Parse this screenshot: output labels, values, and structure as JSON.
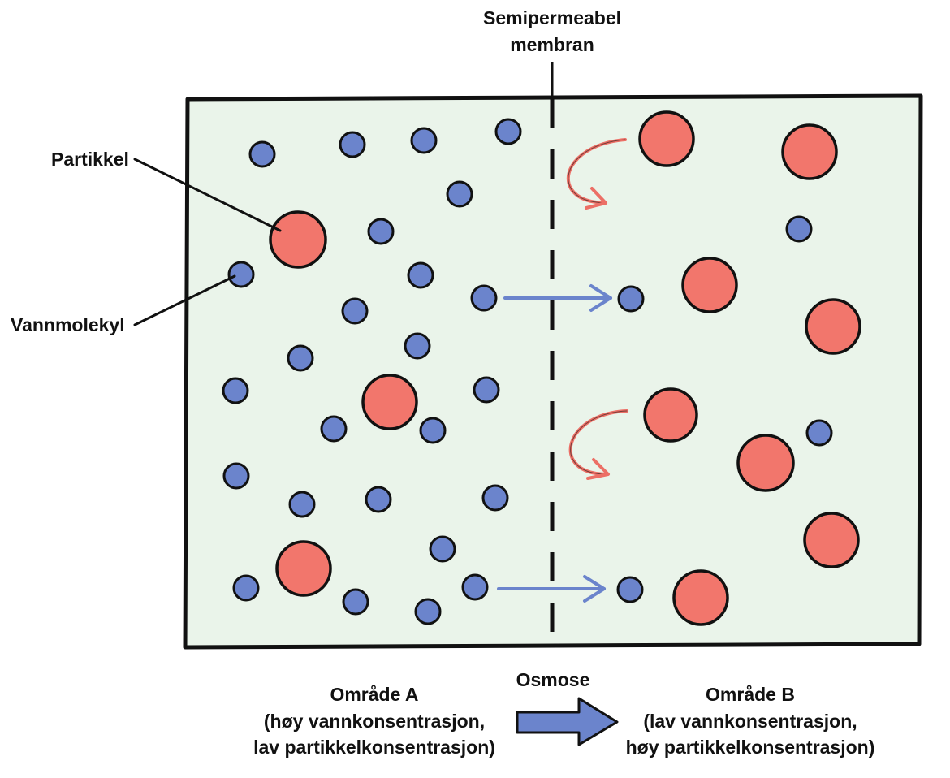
{
  "labels": {
    "membrane_line1": "Semipermeabel",
    "membrane_line2": "membran",
    "particle": "Partikkel",
    "water_molecule": "Vannmolekyl",
    "area_a_title": "Område A",
    "area_a_line2": "(høy vannkonsentrasjon,",
    "area_a_line3": "lav partikkelkonsentrasjon)",
    "osmosis": "Osmose",
    "area_b_title": "Område B",
    "area_b_line2": "(lav vannkonsentrasjon,",
    "area_b_line3": "høy partikkelkonsentrasjon)"
  },
  "colors": {
    "container_fill": "#eaf4ea",
    "water_molecule": "#6b84cc",
    "particle": "#f2766c",
    "outline": "#111111",
    "water_arrow": "#6b84cc",
    "bounce_arrow": "#ec6f66",
    "osmosis_arrow": "#6b84cc"
  }
}
